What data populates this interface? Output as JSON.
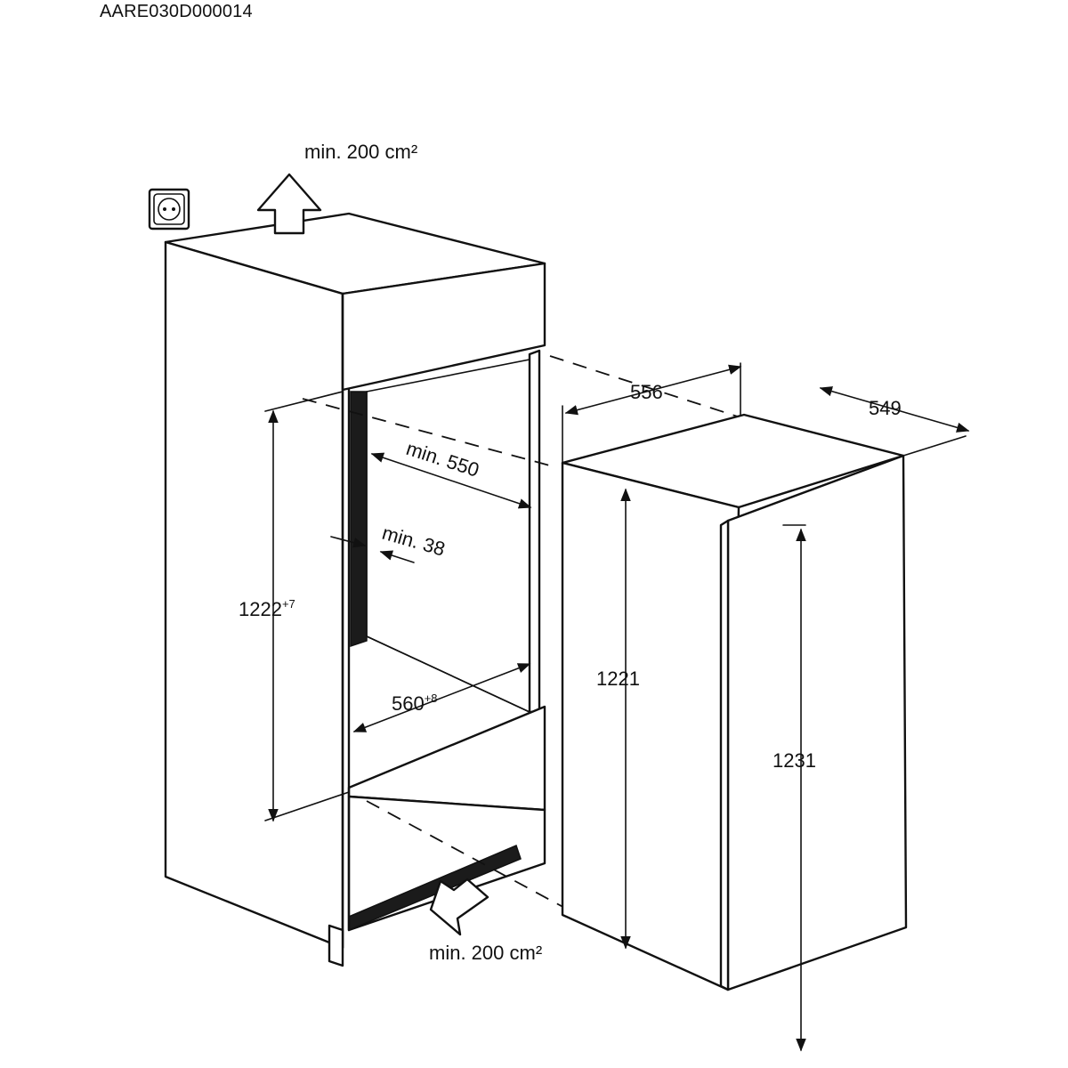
{
  "drawing_code": "AARE030D000014",
  "labels": {
    "vent_top": "min. 200 cm²",
    "vent_bottom": "min. 200 cm²",
    "niche_depth": "min. 550",
    "side_gap": "min. 38",
    "niche_height": "1222",
    "niche_height_tol": "+7",
    "niche_width": "560",
    "niche_width_tol": "+8",
    "appliance_width": "556",
    "appliance_depth": "549",
    "appliance_height": "1221",
    "appliance_height_with_door": "1231"
  },
  "icons": {
    "socket": "power-socket-icon",
    "vent_up": "arrow-up-icon",
    "vent_in": "arrow-right-icon"
  }
}
